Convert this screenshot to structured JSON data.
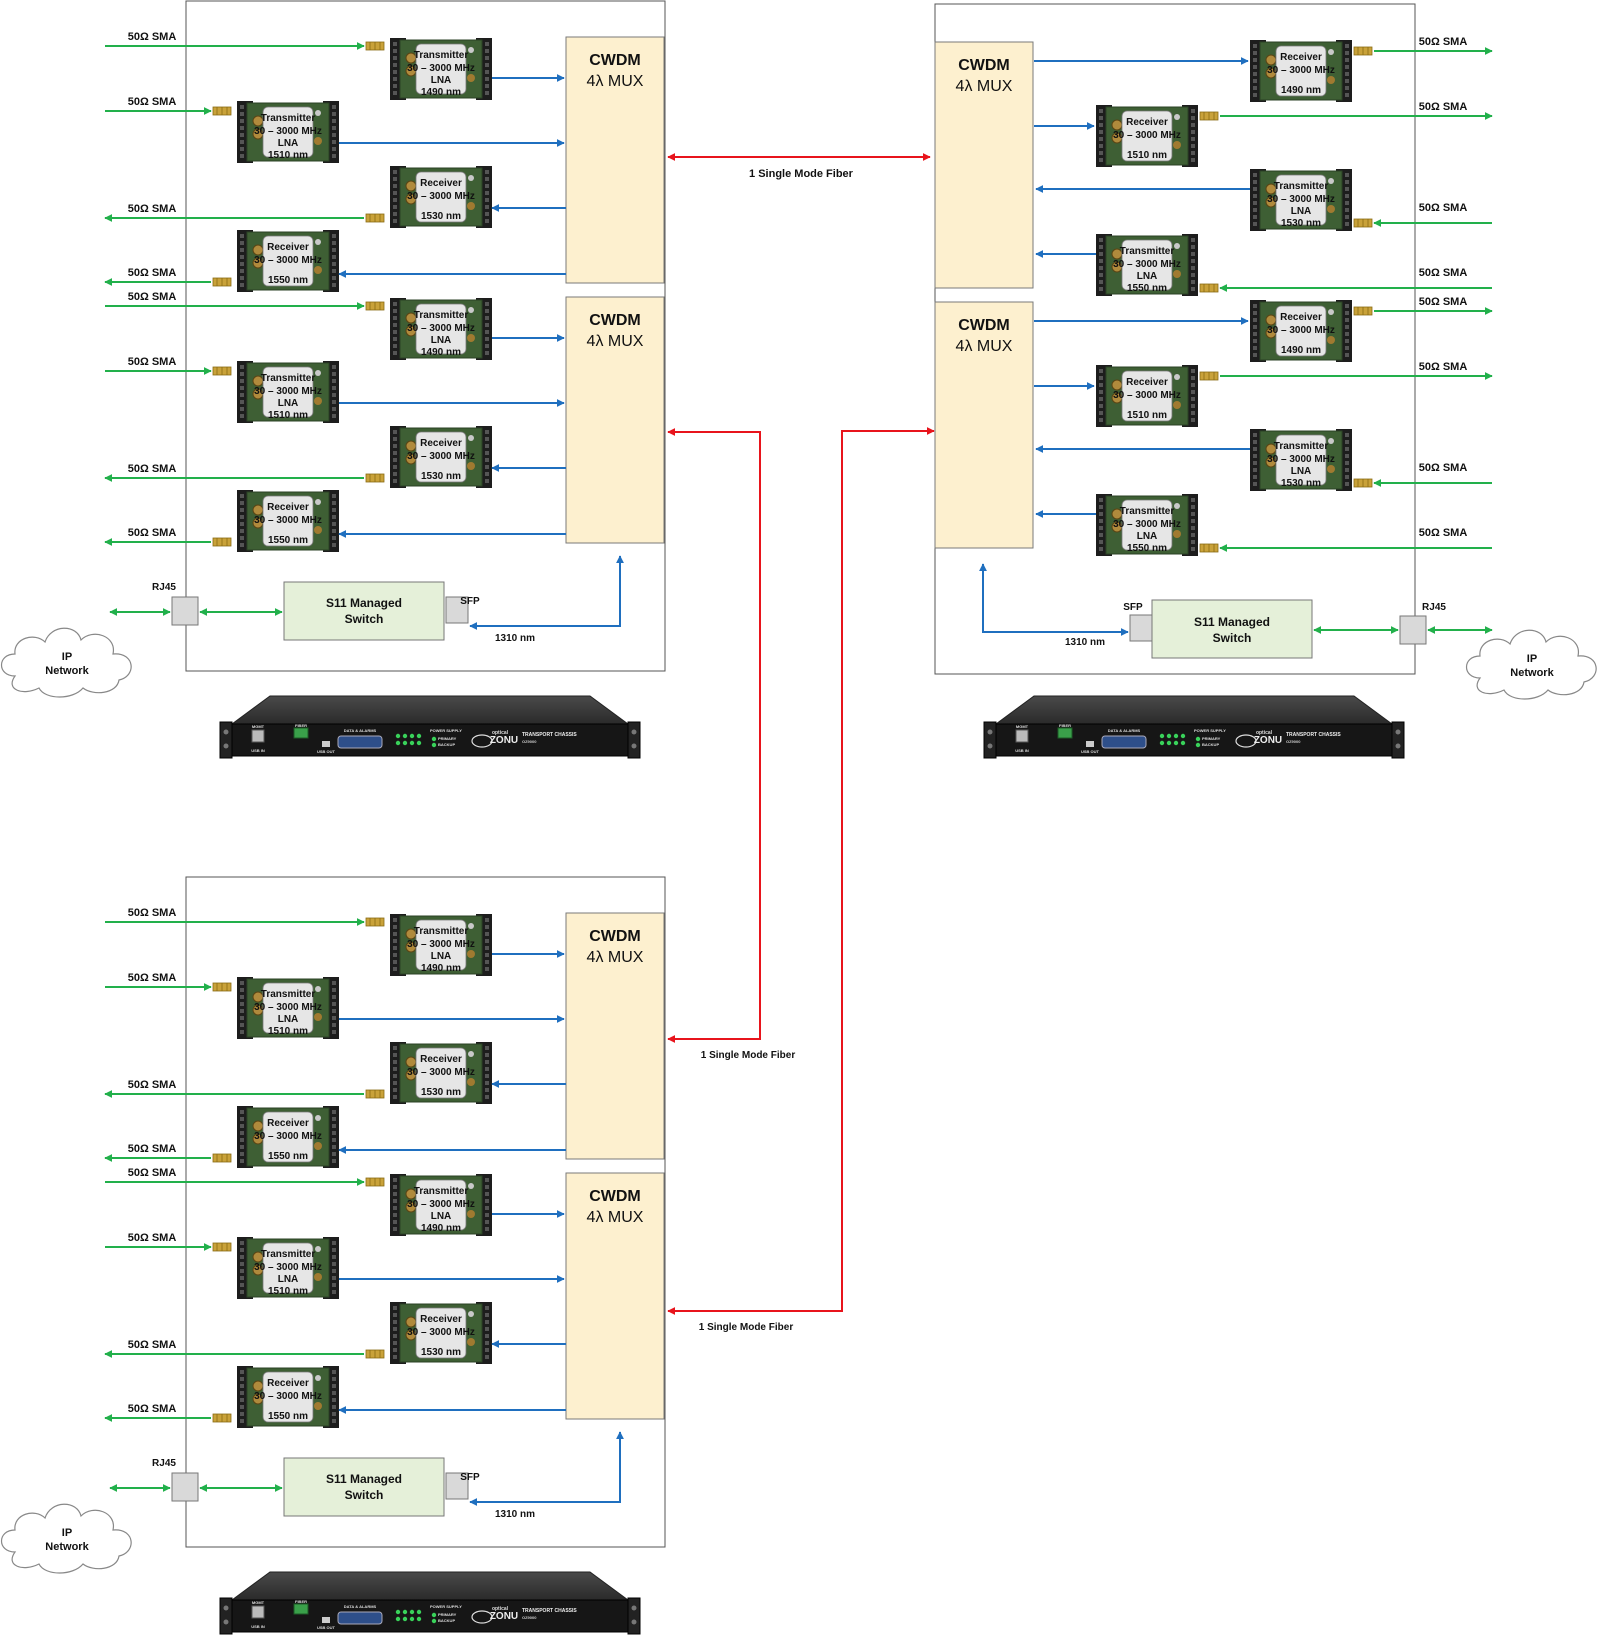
{
  "labels": {
    "sma": "50Ω SMA",
    "transmitter": "Transmitter",
    "receiver": "Receiver",
    "band": "30 – 3000 MHz",
    "lna": "LNA",
    "mux_line1": "CWDM",
    "mux_line2": "4λ MUX",
    "rj45": "RJ45",
    "sfp": "SFP",
    "switch_line1": "S11 Managed",
    "switch_line2": "Switch",
    "wl_1310": "1310 nm",
    "ip_line1": "IP",
    "ip_line2": "Network",
    "fiber": "1 Single Mode Fiber"
  },
  "chassis": {
    "brand": "ZONU",
    "brand_small": "optical",
    "title": "TRANSPORT CHASSIS",
    "model": "OZ9000",
    "data_alarms": "DATA & ALARMS",
    "power_supply": "POWER SUPPLY",
    "primary": "PRIMARY",
    "backup": "BACKUP",
    "mgmt": "MGMT",
    "fiber": "FIBER",
    "usb_in": "USB IN",
    "usb_out": "USB OUT"
  },
  "module_sets": {
    "left": [
      {
        "type": "Transmitter",
        "wl": "1490 nm",
        "lna": true,
        "col": "right"
      },
      {
        "type": "Transmitter",
        "wl": "1510 nm",
        "lna": true,
        "col": "left"
      },
      {
        "type": "Receiver",
        "wl": "1530 nm",
        "lna": false,
        "col": "right"
      },
      {
        "type": "Receiver",
        "wl": "1550 nm",
        "lna": false,
        "col": "left"
      }
    ],
    "right": [
      {
        "type": "Receiver",
        "wl": "1490 nm",
        "lna": false,
        "col": "right"
      },
      {
        "type": "Receiver",
        "wl": "1510 nm",
        "lna": false,
        "col": "left"
      },
      {
        "type": "Transmitter",
        "wl": "1530 nm",
        "lna": true,
        "col": "right"
      },
      {
        "type": "Transmitter",
        "wl": "1550 nm",
        "lna": true,
        "col": "left"
      }
    ]
  },
  "colors": {
    "mux_fill": "#fdf0cf",
    "switch_fill": "#e5f0d9",
    "rf_arrow": "#22b04b",
    "optical_arrow": "#1f6fbf",
    "fiber_arrow": "#e8141c",
    "module_green": "#3e5f34",
    "module_label_bg": "#e6e6e6"
  }
}
